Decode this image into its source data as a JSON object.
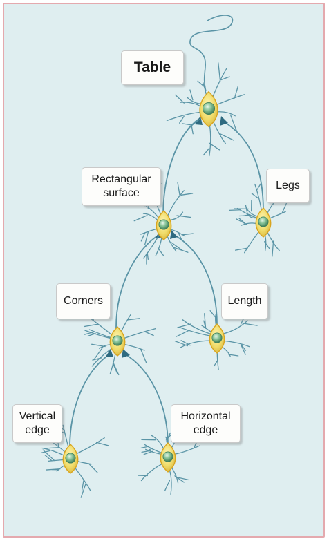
{
  "colors": {
    "panel_background": "#dfeef0",
    "panel_border": "#e4a9ae",
    "dendrite": "#5a94a6",
    "soma_fill": "#f0dc6a",
    "soma_outline": "#d9a520",
    "nucleus": "#6fae84"
  },
  "labels": {
    "table": "Table",
    "rectangular_surface": "Rectangular\nsurface",
    "legs": "Legs",
    "corners": "Corners",
    "length": "Length",
    "vertical_edge": "Vertical\nedge",
    "horizontal_edge": "Horizontal\nedge"
  },
  "icons": {
    "neuron": "neuron-cell-icon",
    "synapse": "arrowhead-icon"
  }
}
